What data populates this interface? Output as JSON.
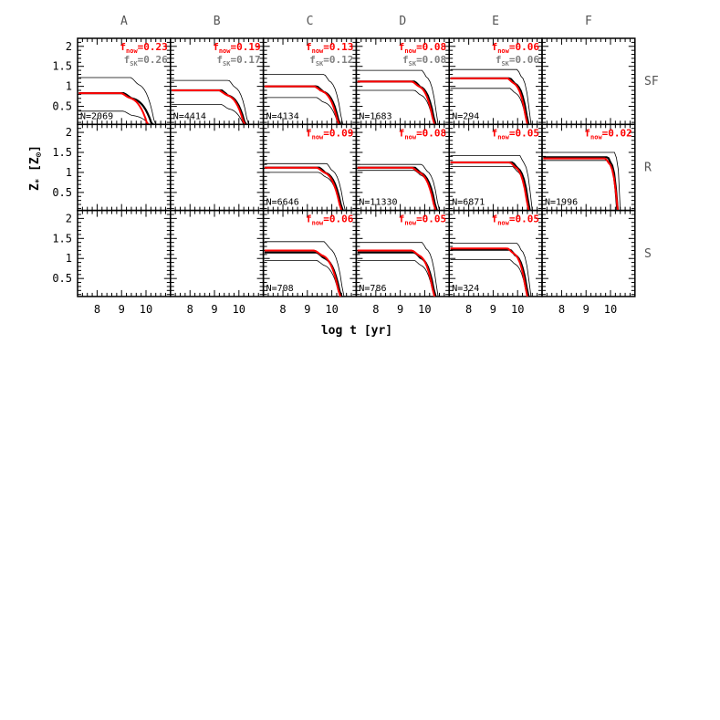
{
  "figure": {
    "column_labels": [
      "A",
      "B",
      "C",
      "D",
      "E",
      "F"
    ],
    "row_labels": [
      "SF",
      "R",
      "S"
    ],
    "xlabel": "log t [yr]",
    "ylabel_main": "Z",
    "ylabel_sub": "*",
    "ylabel_unit_open": "[Z",
    "ylabel_unit_sub": "⊙",
    "ylabel_unit_close": "]"
  },
  "colors": {
    "black_line": "#000000",
    "red_line": "#ff0000",
    "gray_text": "#808080",
    "label_gray": "#555555"
  },
  "chart_data": {
    "type": "line",
    "xlim": [
      7.2,
      11.0
    ],
    "ylim": [
      0.05,
      2.2
    ],
    "x_ticks": [
      8,
      9,
      10
    ],
    "y_ticks": [
      0.5,
      1,
      1.5,
      2
    ],
    "y_tick_labels": [
      "0.5",
      "1",
      "1.5",
      "2"
    ],
    "x_tick_labels": [
      "8",
      "9",
      "10"
    ],
    "panels": [
      {
        "row": 0,
        "col": 0,
        "N": "N=2069",
        "fnow": "0.23",
        "fsk": "0.26",
        "level": 0.83,
        "upper": 1.22,
        "lower": 0.38,
        "drop": 9.1,
        "end": 10.3,
        "redlevel": 0.83,
        "redend": 10.1
      },
      {
        "row": 0,
        "col": 1,
        "N": "N=4414",
        "fnow": "0.19",
        "fsk": "0.17",
        "level": 0.9,
        "upper": 1.15,
        "lower": 0.55,
        "drop": 9.3,
        "end": 10.3,
        "redlevel": 0.9,
        "redend": 10.25
      },
      {
        "row": 0,
        "col": 2,
        "N": "N=4134",
        "fnow": "0.13",
        "fsk": "0.12",
        "level": 1.0,
        "upper": 1.3,
        "lower": 0.72,
        "drop": 9.4,
        "end": 10.35,
        "redlevel": 1.0,
        "redend": 10.3
      },
      {
        "row": 0,
        "col": 3,
        "N": "N=1683",
        "fnow": "0.08",
        "fsk": "0.08",
        "level": 1.12,
        "upper": 1.4,
        "lower": 0.9,
        "drop": 9.6,
        "end": 10.45,
        "redlevel": 1.12,
        "redend": 10.4
      },
      {
        "row": 0,
        "col": 4,
        "N": "N=294",
        "fnow": "0.06",
        "fsk": "0.06",
        "level": 1.2,
        "upper": 1.42,
        "lower": 0.95,
        "drop": 9.7,
        "end": 10.45,
        "redlevel": 1.2,
        "redend": 10.4
      },
      {
        "row": 0,
        "col": 5,
        "empty": true
      },
      {
        "row": 1,
        "col": 0,
        "empty": true
      },
      {
        "row": 1,
        "col": 1,
        "empty": true
      },
      {
        "row": 1,
        "col": 2,
        "N": "N=6646",
        "fnow": "0.09",
        "level": 1.12,
        "upper": 1.22,
        "lower": 1.0,
        "drop": 9.5,
        "end": 10.45,
        "redlevel": 1.12,
        "redend": 10.4
      },
      {
        "row": 1,
        "col": 3,
        "N": "N=11330",
        "fnow": "0.08",
        "level": 1.12,
        "upper": 1.2,
        "lower": 1.05,
        "drop": 9.6,
        "end": 10.5,
        "redlevel": 1.12,
        "redend": 10.45
      },
      {
        "row": 1,
        "col": 4,
        "N": "N=6871",
        "fnow": "0.05",
        "level": 1.25,
        "upper": 1.42,
        "lower": 1.15,
        "drop": 9.8,
        "end": 10.5,
        "redlevel": 1.25,
        "redend": 10.45
      },
      {
        "row": 1,
        "col": 5,
        "N": "N=1996",
        "fnow": "0.02",
        "level": 1.38,
        "upper": 1.5,
        "lower": 1.3,
        "drop": 9.9,
        "end": 10.3,
        "redlevel": 1.35,
        "redend": 10.3
      },
      {
        "row": 2,
        "col": 0,
        "empty": true
      },
      {
        "row": 2,
        "col": 1,
        "empty": true
      },
      {
        "row": 2,
        "col": 2,
        "N": "N=708",
        "fnow": "0.06",
        "level": 1.15,
        "upper": 1.42,
        "lower": 0.95,
        "drop": 9.4,
        "end": 10.4,
        "redlevel": 1.2,
        "redend": 10.35
      },
      {
        "row": 2,
        "col": 3,
        "N": "N=786",
        "fnow": "0.05",
        "level": 1.15,
        "upper": 1.4,
        "lower": 0.95,
        "drop": 9.6,
        "end": 10.45,
        "redlevel": 1.2,
        "redend": 10.4
      },
      {
        "row": 2,
        "col": 4,
        "N": "N=324",
        "fnow": "0.05",
        "level": 1.22,
        "upper": 1.38,
        "lower": 0.97,
        "drop": 9.7,
        "end": 10.45,
        "redlevel": 1.25,
        "redend": 10.4
      },
      {
        "row": 2,
        "col": 5,
        "empty": true
      }
    ]
  }
}
